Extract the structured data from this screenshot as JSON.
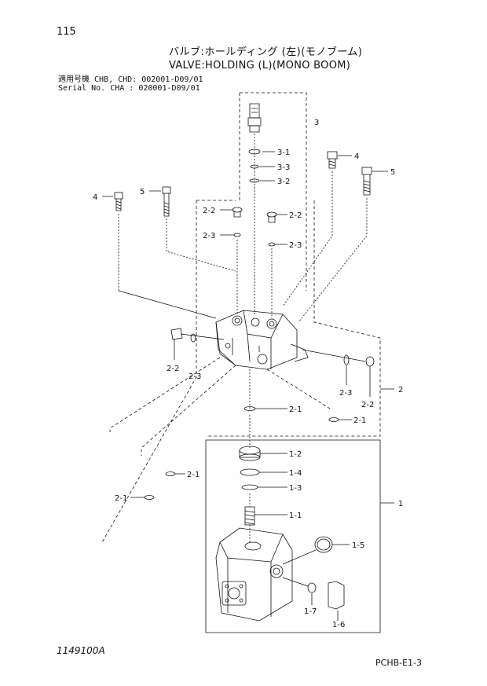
{
  "header": {
    "page_number": "115",
    "title_jp": "バルブ:ホールディング (左)(モノブーム)",
    "title_en": "VALVE:HOLDING (L)(MONO BOOM)",
    "serial_line_1": "適用号機 CHB, CHD: 002001-D09/01",
    "serial_line_2": "Serial No. CHA    : 020001-D09/01"
  },
  "callouts": {
    "c3": "3",
    "c3_1": "3-1",
    "c3_3": "3-3",
    "c3_2": "3-2",
    "c4_right": "4",
    "c5_right": "5",
    "c4_left": "4",
    "c5_left": "5",
    "c2_2_a": "2-2",
    "c2_3_a": "2-3",
    "c2_2_b": "2-2",
    "c2_3_b": "2-3",
    "c2_2_c": "2-2",
    "c2_3_c": "2-3",
    "c2_3_d": "2-3",
    "c2_2_d": "2-2",
    "c2": "2",
    "c2_1_a": "2-1",
    "c2_1_b": "2-1",
    "c2_1_c": "2-1",
    "c2_1_d": "2-1",
    "c1_2": "1-2",
    "c1_4": "1-4",
    "c1_3": "1-3",
    "c1": "1",
    "c1_1": "1-1",
    "c1_5": "1-5",
    "c1_7": "1-7",
    "c1_6": "1-6"
  },
  "footer": {
    "drawing_number": "1149100A",
    "page_code": "PCHB-E1-3"
  }
}
